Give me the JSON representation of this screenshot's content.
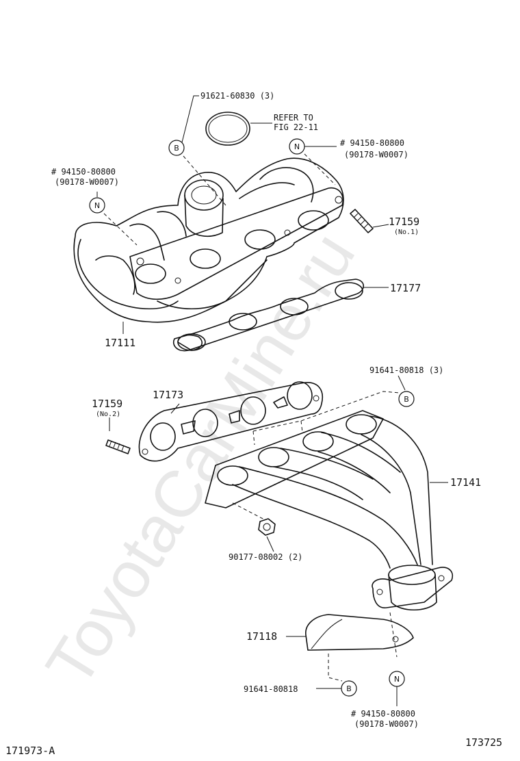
{
  "watermark": "ToyotaCarMine.ru",
  "diagram_id": "171973-A",
  "page_number": "173725",
  "callouts": {
    "p91621": "91621-60830 (3)",
    "refer1": "REFER TO",
    "refer2": "FIG 22-11",
    "p94150_top_right": "# 94150-80800",
    "p90178_top_right": "(90178-W0007)",
    "p94150_top_left": "# 94150-80800",
    "p90178_top_left": "(90178-W0007)",
    "p17159_a": "17159",
    "p17159_a_sub": "(No.1)",
    "p17177": "17177",
    "p17111": "17111",
    "p91641_3": "91641-80818 (3)",
    "p17159_b": "17159",
    "p17159_b_sub": "(No.2)",
    "p17173": "17173",
    "p17141": "17141",
    "p90177": "90177-08002 (2)",
    "p17118": "17118",
    "p91641": "91641-80818",
    "p94150_bottom": "# 94150-80800",
    "p90178_bottom": "(90178-W0007)"
  },
  "markers": {
    "b": "B",
    "n": "N"
  }
}
